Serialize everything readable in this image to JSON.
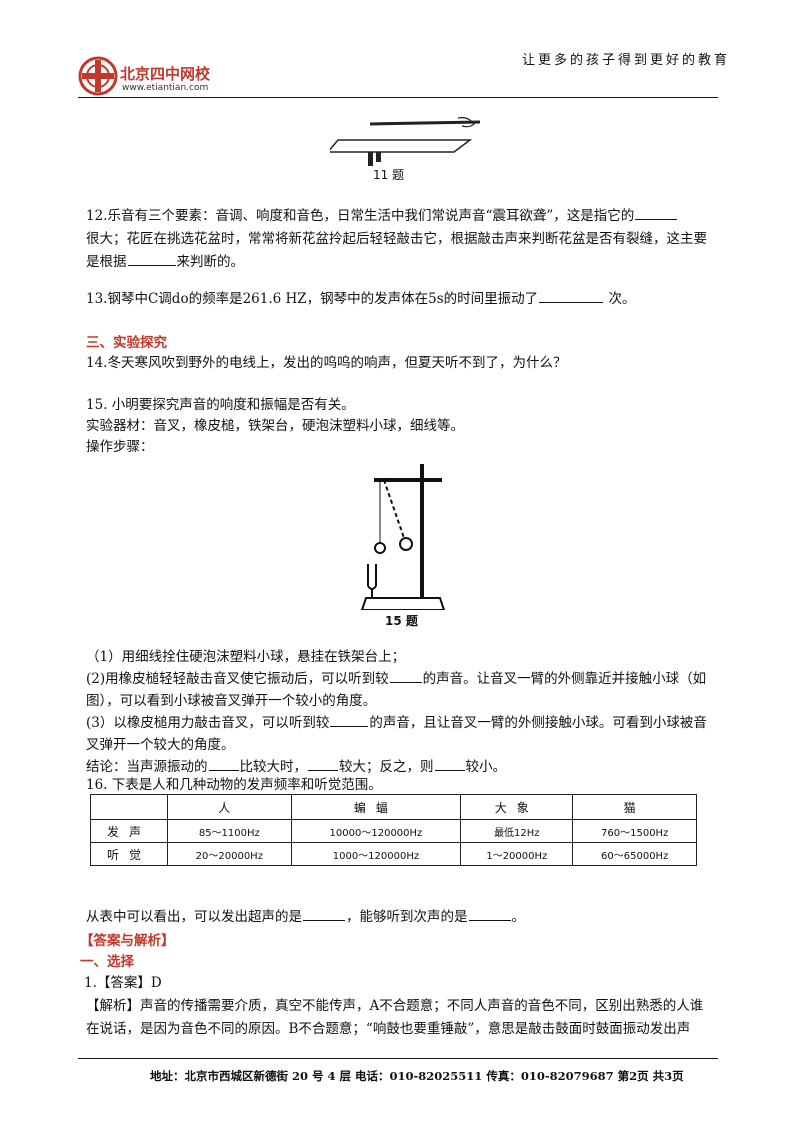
{
  "header": {
    "logo_name": "北京四中网校",
    "logo_url": "www.etiantian.com",
    "slogan": "让更多的孩子得到更好的教育"
  },
  "fig11_caption": "11 题",
  "q12": {
    "line1": "12.乐音有三个要素：音调、响度和音色，日常生活中我们常说声音“震耳欲聋”，这是指它的",
    "line2": "很大；花匠在挑选花盆时，常常将新花盆拎起后轻轻敲击它，根据敲击声来判断花盆是否有裂缝，这主要",
    "line3a": "是根据",
    "line3b": "来判断的。"
  },
  "q13": {
    "a": "13.钢琴中C调do的频率是261.6 HZ，钢琴中的发声体在5s的时间里振动了",
    "b": "次。"
  },
  "section3_title": "三、实验探究",
  "q14": "14.冬天寒风吹到野外的电线上，发出的呜呜的响声，但夏天听不到了，为什么？",
  "q15": {
    "title": "15.  小明要探究声音的响度和振幅是否有关。",
    "equipment": "实验器材：音叉，橡皮槌，铁架台，硬泡沫塑料小球，细线等。",
    "steps_label": "操作步骤：",
    "fig_caption": "15 题",
    "step1": "（1）用细线拴住硬泡沫塑料小球，悬挂在铁架台上；",
    "step2a": "(2)用橡皮槌轻轻敲击音叉使它振动后，可以听到较",
    "step2b": "的声音。让音叉一臂的外侧靠近并接触小球（如",
    "step2c": "图），可以看到小球被音叉弹开一个较小的角度。",
    "step3a": "(3）以橡皮槌用力敲击音叉，可以听到较",
    "step3b": "的声音，且让音叉一臂的外侧接触小球。可看到小球被音",
    "step3c": "叉弹开一个较大的角度。",
    "concl_a": "结论：当声源振动的",
    "concl_b": "比较大时，",
    "concl_c": "较大；反之，则",
    "concl_d": "较小。"
  },
  "q16": {
    "title": "16.  下表是人和几种动物的发声频率和听觉范围。",
    "table": {
      "headers": [
        "",
        "人",
        "蝙蝠",
        "大象",
        "猫"
      ],
      "rows": [
        [
          "发声",
          "85～1100Hz",
          "10000～120000Hz",
          "最低12Hz",
          "760～1500Hz"
        ],
        [
          "听觉",
          "20～20000Hz",
          "1000～120000Hz",
          "1～20000Hz",
          "60～65000Hz"
        ]
      ]
    },
    "after_a": "从表中可以看出，可以发出超声的是",
    "after_b": "，能够听到次声的是",
    "after_c": "。"
  },
  "answers_title": "【答案与解析】",
  "section1_title": "一、选择",
  "ans1_head": "1.【答案】D",
  "ans1_line1": "【解析】声音的传播需要介质，真空不能传声，A不合题意；不同人声音的音色不同，区别出熟悉的人谁",
  "ans1_line2": "在说话，是因为音色不同的原因。B不合题意；“响鼓也要重锤敲”，意思是敲击鼓面时鼓面振动发出声",
  "footer": "地址：北京市西城区新德街 20 号 4 层  电话：010-82025511  传真：010-82079687   第2页  共3页",
  "colors": {
    "section_heading": "#c0392b",
    "logo_red": "#c0392b"
  }
}
